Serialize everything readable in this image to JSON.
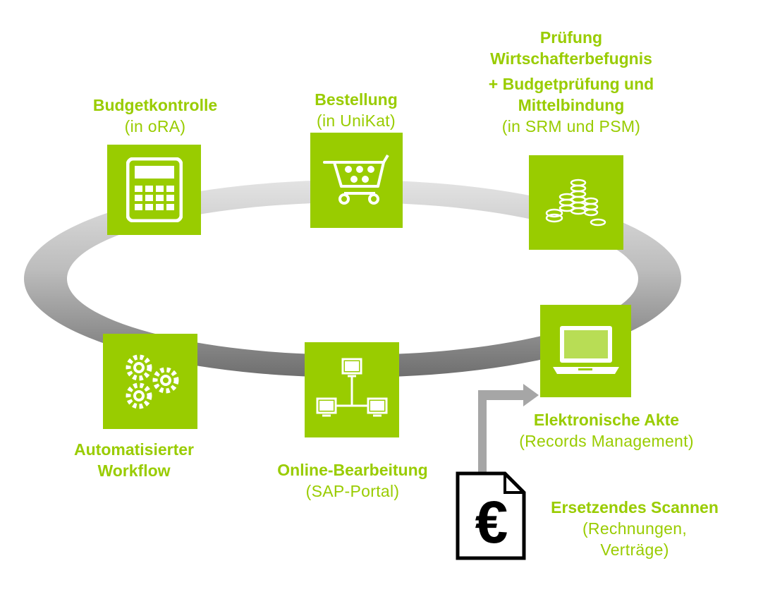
{
  "colors": {
    "accent": "#99cc00",
    "ring_light": "#d9d9d9",
    "ring_dark": "#7f7f7f",
    "arrow": "#a6a6a6"
  },
  "steps": {
    "budget": {
      "title": "Budgetkontrolle",
      "sub": "(in oRA)",
      "icon": "calculator-icon"
    },
    "order": {
      "title": "Bestellung",
      "sub": "(in UniKat)",
      "icon": "shopping-cart-icon"
    },
    "check": {
      "title1": "Prüfung",
      "title2": "Wirtschafterbefugnis",
      "title3": "+ Budgetprüfung und",
      "title4": "Mittelbindung",
      "sub": "(in SRM und PSM)",
      "icon": "coin-stacks-icon"
    },
    "workflow": {
      "title1": "Automatisierter",
      "title2": "Workflow",
      "icon": "gears-icon"
    },
    "online": {
      "title": "Online-Bearbeitung",
      "sub": "(SAP-Portal)",
      "icon": "network-computers-icon"
    },
    "records": {
      "title": "Elektronische Akte",
      "sub": "(Records Management)",
      "icon": "laptop-icon"
    },
    "scan": {
      "title": "Ersetzendes Scannen",
      "sub1": "(Rechnungen,",
      "sub2": "Verträge)",
      "symbol": "€",
      "icon": "euro-document-icon"
    }
  }
}
